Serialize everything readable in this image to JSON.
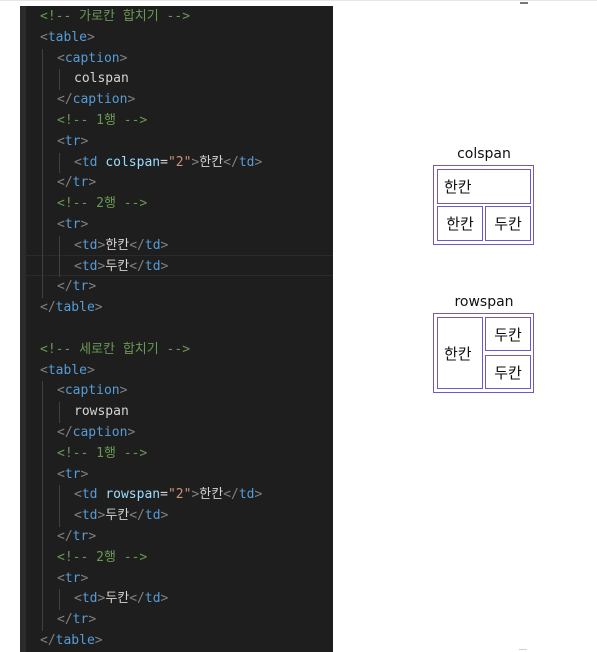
{
  "code": {
    "lines": [
      {
        "indent": 0,
        "tokens": [
          {
            "k": "comment",
            "t": "<!-- 가로칸 합치기 -->"
          }
        ]
      },
      {
        "indent": 0,
        "tokens": [
          {
            "k": "punc",
            "t": "<"
          },
          {
            "k": "tag",
            "t": "table"
          },
          {
            "k": "punc",
            "t": ">"
          }
        ]
      },
      {
        "indent": 1,
        "tokens": [
          {
            "k": "punc",
            "t": "<"
          },
          {
            "k": "tag",
            "t": "caption"
          },
          {
            "k": "punc",
            "t": ">"
          }
        ]
      },
      {
        "indent": 2,
        "tokens": [
          {
            "k": "text",
            "t": "colspan"
          }
        ]
      },
      {
        "indent": 1,
        "tokens": [
          {
            "k": "punc",
            "t": "</"
          },
          {
            "k": "tag",
            "t": "caption"
          },
          {
            "k": "punc",
            "t": ">"
          }
        ]
      },
      {
        "indent": 1,
        "tokens": [
          {
            "k": "comment",
            "t": "<!-- 1행 -->"
          }
        ]
      },
      {
        "indent": 1,
        "tokens": [
          {
            "k": "punc",
            "t": "<"
          },
          {
            "k": "tag",
            "t": "tr"
          },
          {
            "k": "punc",
            "t": ">"
          }
        ]
      },
      {
        "indent": 2,
        "tokens": [
          {
            "k": "punc",
            "t": "<"
          },
          {
            "k": "tag",
            "t": "td"
          },
          {
            "k": "text",
            "t": " "
          },
          {
            "k": "attr",
            "t": "colspan"
          },
          {
            "k": "text",
            "t": "="
          },
          {
            "k": "str",
            "t": "\"2\""
          },
          {
            "k": "punc",
            "t": ">"
          },
          {
            "k": "text",
            "t": "한칸"
          },
          {
            "k": "punc",
            "t": "</"
          },
          {
            "k": "tag",
            "t": "td"
          },
          {
            "k": "punc",
            "t": ">"
          }
        ]
      },
      {
        "indent": 1,
        "tokens": [
          {
            "k": "punc",
            "t": "</"
          },
          {
            "k": "tag",
            "t": "tr"
          },
          {
            "k": "punc",
            "t": ">"
          }
        ]
      },
      {
        "indent": 1,
        "tokens": [
          {
            "k": "comment",
            "t": "<!-- 2행 -->"
          }
        ]
      },
      {
        "indent": 1,
        "tokens": [
          {
            "k": "punc",
            "t": "<"
          },
          {
            "k": "tag",
            "t": "tr"
          },
          {
            "k": "punc",
            "t": ">"
          }
        ]
      },
      {
        "indent": 2,
        "tokens": [
          {
            "k": "punc",
            "t": "<"
          },
          {
            "k": "tag",
            "t": "td"
          },
          {
            "k": "punc",
            "t": ">"
          },
          {
            "k": "text",
            "t": "한칸"
          },
          {
            "k": "punc",
            "t": "</"
          },
          {
            "k": "tag",
            "t": "td"
          },
          {
            "k": "punc",
            "t": ">"
          }
        ]
      },
      {
        "indent": 2,
        "tokens": [
          {
            "k": "punc",
            "t": "<"
          },
          {
            "k": "tag",
            "t": "td"
          },
          {
            "k": "punc",
            "t": ">"
          },
          {
            "k": "text",
            "t": "두칸"
          },
          {
            "k": "punc",
            "t": "</"
          },
          {
            "k": "tag",
            "t": "td"
          },
          {
            "k": "punc",
            "t": ">"
          }
        ]
      },
      {
        "indent": 1,
        "tokens": [
          {
            "k": "punc",
            "t": "</"
          },
          {
            "k": "tag",
            "t": "tr"
          },
          {
            "k": "punc",
            "t": ">"
          }
        ]
      },
      {
        "indent": 0,
        "tokens": [
          {
            "k": "punc",
            "t": "</"
          },
          {
            "k": "tag",
            "t": "table"
          },
          {
            "k": "punc",
            "t": ">"
          }
        ]
      },
      {
        "indent": 0,
        "tokens": []
      },
      {
        "indent": 0,
        "tokens": [
          {
            "k": "comment",
            "t": "<!-- 세로칸 합치기 -->"
          }
        ]
      },
      {
        "indent": 0,
        "tokens": [
          {
            "k": "punc",
            "t": "<"
          },
          {
            "k": "tag",
            "t": "table"
          },
          {
            "k": "punc",
            "t": ">"
          }
        ]
      },
      {
        "indent": 1,
        "tokens": [
          {
            "k": "punc",
            "t": "<"
          },
          {
            "k": "tag",
            "t": "caption"
          },
          {
            "k": "punc",
            "t": ">"
          }
        ]
      },
      {
        "indent": 2,
        "tokens": [
          {
            "k": "text",
            "t": "rowspan"
          }
        ]
      },
      {
        "indent": 1,
        "tokens": [
          {
            "k": "punc",
            "t": "</"
          },
          {
            "k": "tag",
            "t": "caption"
          },
          {
            "k": "punc",
            "t": ">"
          }
        ]
      },
      {
        "indent": 1,
        "tokens": [
          {
            "k": "comment",
            "t": "<!-- 1행 -->"
          }
        ]
      },
      {
        "indent": 1,
        "tokens": [
          {
            "k": "punc",
            "t": "<"
          },
          {
            "k": "tag",
            "t": "tr"
          },
          {
            "k": "punc",
            "t": ">"
          }
        ]
      },
      {
        "indent": 2,
        "tokens": [
          {
            "k": "punc",
            "t": "<"
          },
          {
            "k": "tag",
            "t": "td"
          },
          {
            "k": "text",
            "t": " "
          },
          {
            "k": "attr",
            "t": "rowspan"
          },
          {
            "k": "text",
            "t": "="
          },
          {
            "k": "str",
            "t": "\"2\""
          },
          {
            "k": "punc",
            "t": ">"
          },
          {
            "k": "text",
            "t": "한칸"
          },
          {
            "k": "punc",
            "t": "</"
          },
          {
            "k": "tag",
            "t": "td"
          },
          {
            "k": "punc",
            "t": ">"
          }
        ]
      },
      {
        "indent": 2,
        "tokens": [
          {
            "k": "punc",
            "t": "<"
          },
          {
            "k": "tag",
            "t": "td"
          },
          {
            "k": "punc",
            "t": ">"
          },
          {
            "k": "text",
            "t": "두칸"
          },
          {
            "k": "punc",
            "t": "</"
          },
          {
            "k": "tag",
            "t": "td"
          },
          {
            "k": "punc",
            "t": ">"
          }
        ]
      },
      {
        "indent": 1,
        "tokens": [
          {
            "k": "punc",
            "t": "</"
          },
          {
            "k": "tag",
            "t": "tr"
          },
          {
            "k": "punc",
            "t": ">"
          }
        ]
      },
      {
        "indent": 1,
        "tokens": [
          {
            "k": "comment",
            "t": "<!-- 2행 -->"
          }
        ]
      },
      {
        "indent": 1,
        "tokens": [
          {
            "k": "punc",
            "t": "<"
          },
          {
            "k": "tag",
            "t": "tr"
          },
          {
            "k": "punc",
            "t": ">"
          }
        ]
      },
      {
        "indent": 2,
        "tokens": [
          {
            "k": "punc",
            "t": "<"
          },
          {
            "k": "tag",
            "t": "td"
          },
          {
            "k": "punc",
            "t": ">"
          },
          {
            "k": "text",
            "t": "두칸"
          },
          {
            "k": "punc",
            "t": "</"
          },
          {
            "k": "tag",
            "t": "td"
          },
          {
            "k": "punc",
            "t": ">"
          }
        ]
      },
      {
        "indent": 1,
        "tokens": [
          {
            "k": "punc",
            "t": "</"
          },
          {
            "k": "tag",
            "t": "tr"
          },
          {
            "k": "punc",
            "t": ">"
          }
        ]
      },
      {
        "indent": 0,
        "tokens": [
          {
            "k": "punc",
            "t": "</"
          },
          {
            "k": "tag",
            "t": "table"
          },
          {
            "k": "punc",
            "t": ">"
          }
        ]
      }
    ]
  },
  "preview": {
    "colspan_table": {
      "caption": "colspan",
      "row1": [
        "한칸"
      ],
      "row2": [
        "한칸",
        "두칸"
      ]
    },
    "rowspan_table": {
      "caption": "rowspan",
      "merged": "한칸",
      "right_top": "두칸",
      "right_bottom": "두칸"
    }
  },
  "colors": {
    "editor_bg": "#1e1e1e",
    "comment": "#6a9955",
    "tag": "#569cd6",
    "attr": "#9cdcfe",
    "string": "#ce9178",
    "text": "#d4d4d4",
    "table_border": "#6a5acd"
  }
}
